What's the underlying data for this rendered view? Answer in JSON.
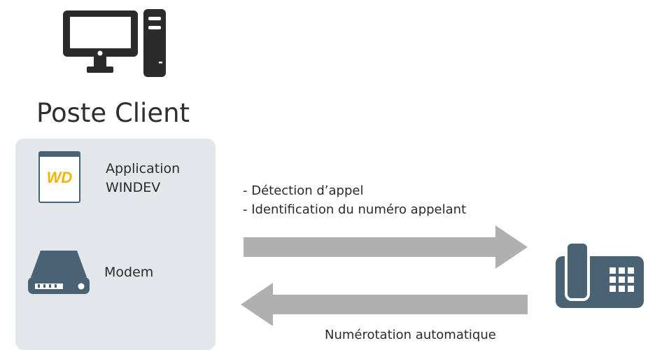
{
  "title": "Poste Client",
  "app": {
    "line1": "Application",
    "line2": "WINDEV",
    "logo_text": "WD"
  },
  "modem": {
    "label": "Modem"
  },
  "detection": {
    "line1": "- Détection d’appel",
    "line2": "- Identification du numéro appelant"
  },
  "dialing": {
    "label": "Numérotation automatique"
  },
  "colors": {
    "panel": "#e3e6ea",
    "arrow": "#b0b0b0",
    "device": "#4a6374",
    "logo_accent": "#f0b400",
    "computer": "#2b2b2b"
  },
  "icons": [
    "computer-icon",
    "windev-app-icon",
    "modem-icon",
    "fax-phone-icon"
  ]
}
